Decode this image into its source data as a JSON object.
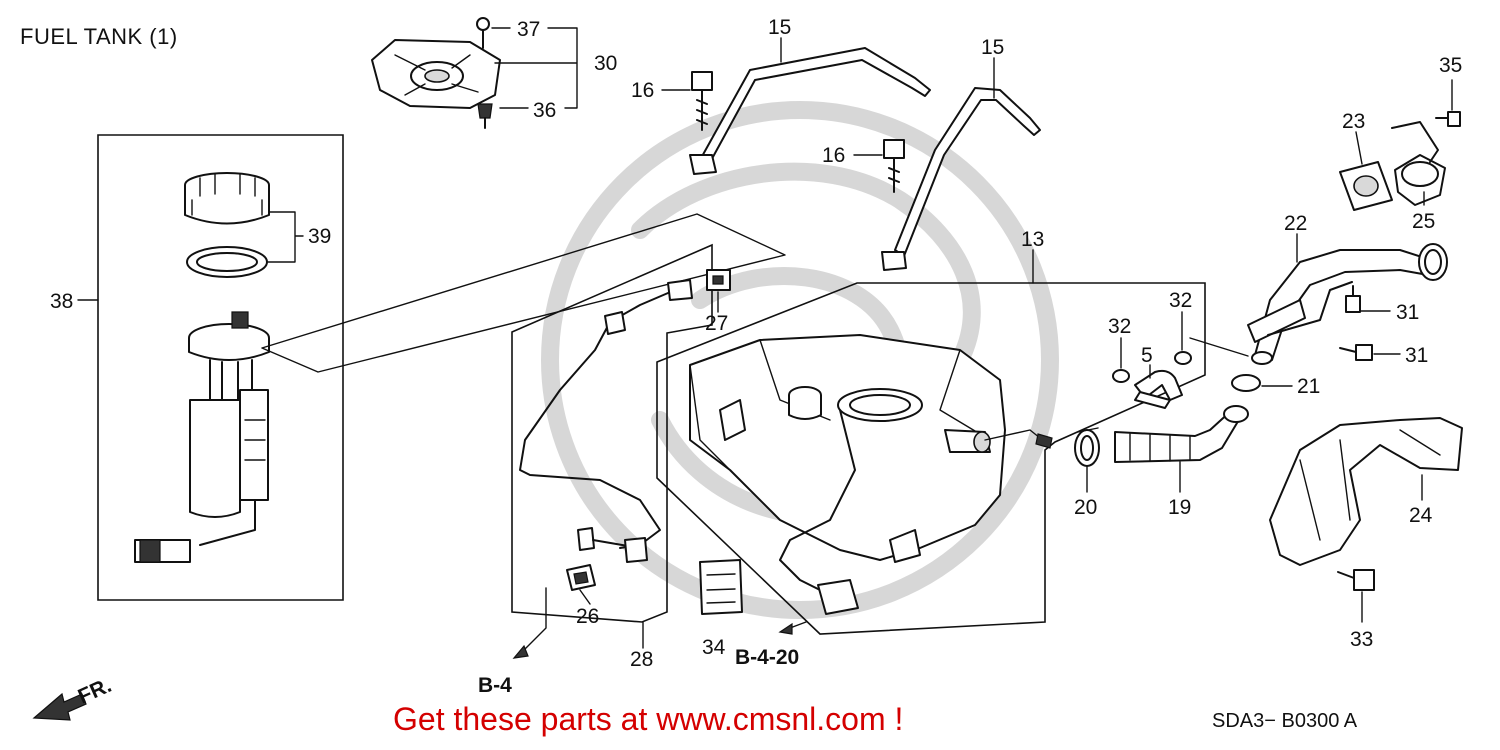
{
  "title": "FUEL TANK (1)",
  "promo": "Get these parts at www.cmsnl.com !",
  "diagram_code": "SDA3− B0300 A",
  "direction_label": "FR.",
  "references": {
    "b4": "B-4",
    "b420": "B-4-20"
  },
  "part_labels": {
    "p37": "37",
    "p30": "30",
    "p36": "36",
    "p15a": "15",
    "p15b": "15",
    "p16a": "16",
    "p16b": "16",
    "p35": "35",
    "p23": "23",
    "p25": "25",
    "p22": "22",
    "p13": "13",
    "p39": "39",
    "p38": "38",
    "p27": "27",
    "p32a": "32",
    "p32b": "32",
    "p31a": "31",
    "p31b": "31",
    "p5": "5",
    "p21": "21",
    "p20": "20",
    "p19": "19",
    "p24": "24",
    "p26": "26",
    "p28": "28",
    "p34": "34",
    "p33": "33"
  },
  "icons": {
    "front_arrow": "front-direction-arrow-icon",
    "watermark": "watermark-logo-icon"
  },
  "colors": {
    "promo": "#d40000",
    "ink": "#111111",
    "watermark": "#c9c9c9"
  }
}
